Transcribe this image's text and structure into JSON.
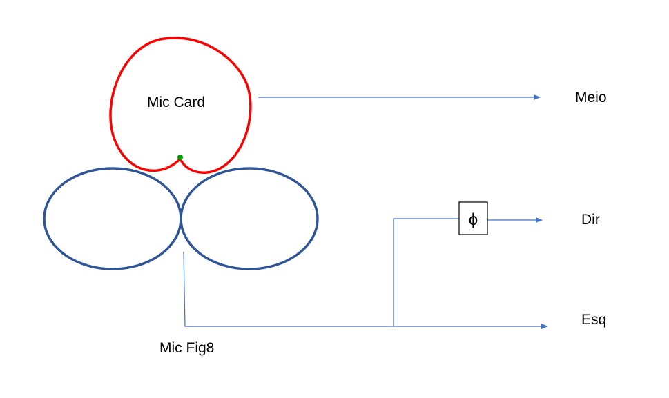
{
  "labels": {
    "cardioid_mic": "Mic Card",
    "fig8_mic": "Mic Fig8",
    "output_mid": "Meio",
    "output_right": "Dir",
    "output_left": "Esq",
    "phase_symbol": "ϕ"
  },
  "colors": {
    "cardioid": "#ff0000",
    "figure8": "#2f5597",
    "signal_line": "#4472c4",
    "origin_dot": "#00a000",
    "text": "#000000"
  },
  "icons": {
    "phase_box": "phase-inverter-box"
  }
}
